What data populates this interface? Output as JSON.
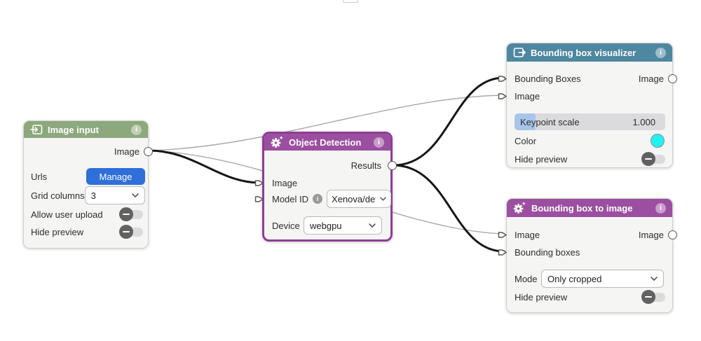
{
  "colors": {
    "green_header": "#8ca87c",
    "purple_header": "#9b4fa0",
    "purple_selected_border": "#8e3d96",
    "teal_header": "#4e87a0",
    "blue_button": "#2e6fd9",
    "cyan_swatch": "#22f1f1",
    "wire_active": "#161616",
    "wire_inactive": "#a9a9a9",
    "keypoint_fill": "#a9c4e9"
  },
  "nodes": {
    "image_input": {
      "title": "Image input",
      "header_icon": "import-icon",
      "info": "i",
      "outputs": [
        {
          "label": "Image"
        }
      ],
      "fields": [
        {
          "label": "Urls",
          "button": "Manage"
        },
        {
          "label": "Grid columns",
          "value": "3"
        },
        {
          "label": "Allow user upload",
          "toggle": "off"
        },
        {
          "label": "Hide preview",
          "toggle": "off"
        }
      ]
    },
    "object_detection": {
      "title": "Object Detection",
      "header_icon": "gear-sparkle-icon",
      "info": "i",
      "outputs": [
        {
          "label": "Results"
        }
      ],
      "inputs": [
        {
          "label": "Image"
        },
        {
          "label": "Model ID"
        }
      ],
      "fields": [
        {
          "label": "Model ID",
          "value": "Xenova/det"
        },
        {
          "label": "Device",
          "value": "webgpu"
        }
      ]
    },
    "bbox_visualizer": {
      "title": "Bounding box visualizer",
      "header_icon": "export-icon",
      "info": "i",
      "inputs": [
        {
          "label": "Bounding Boxes"
        },
        {
          "label": "Image"
        }
      ],
      "outputs": [
        {
          "label": "Image"
        }
      ],
      "fields": [
        {
          "label": "Keypoint scale",
          "value": "1.000"
        },
        {
          "label": "Color",
          "swatch": "cyan"
        },
        {
          "label": "Hide preview",
          "toggle": "off"
        }
      ]
    },
    "bbox_to_image": {
      "title": "Bounding box to image",
      "header_icon": "gear-sparkle-icon",
      "info": "i",
      "inputs": [
        {
          "label": "Image"
        },
        {
          "label": "Bounding boxes"
        }
      ],
      "outputs": [
        {
          "label": "Image"
        }
      ],
      "fields": [
        {
          "label": "Mode",
          "value": "Only cropped"
        },
        {
          "label": "Hide preview",
          "toggle": "off"
        }
      ]
    }
  },
  "connections": [
    {
      "from": "image_input.Image",
      "to": "object_detection.Image",
      "style": "active"
    },
    {
      "from": "image_input.Image",
      "to": "bbox_visualizer.Image",
      "style": "inactive"
    },
    {
      "from": "image_input.Image",
      "to": "bbox_to_image.Image",
      "style": "inactive"
    },
    {
      "from": "object_detection.Results",
      "to": "bbox_visualizer.Bounding Boxes",
      "style": "active"
    },
    {
      "from": "object_detection.Results",
      "to": "bbox_to_image.Bounding boxes",
      "style": "active"
    }
  ]
}
